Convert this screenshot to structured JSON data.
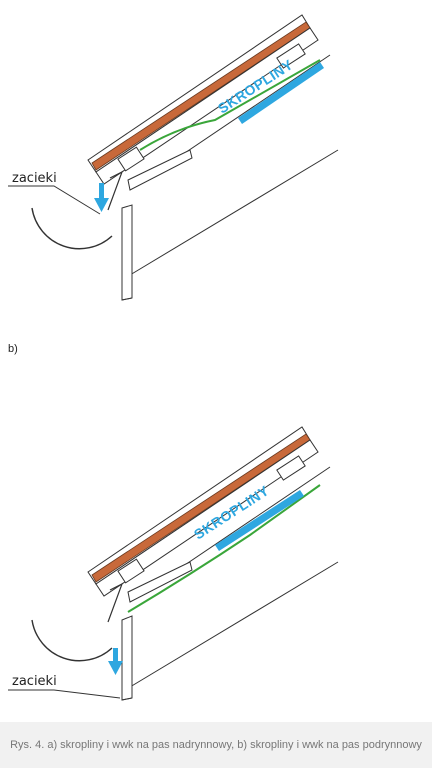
{
  "figure_a": {
    "callout": "zacieki",
    "flow_label": "SKROPLINY"
  },
  "part_b_label": "b)",
  "figure_b": {
    "callout": "zacieki",
    "flow_label": "SKROPLINY"
  },
  "caption": "Rys. 4. a) skropliny i wwk na pas nadrynnowy, b) skropliny i wwk na pas podrynnowy",
  "colors": {
    "rafter": "#c8693a",
    "membrane": "#3aa63a",
    "water": "#2ea7e0",
    "lines": "#333333"
  }
}
